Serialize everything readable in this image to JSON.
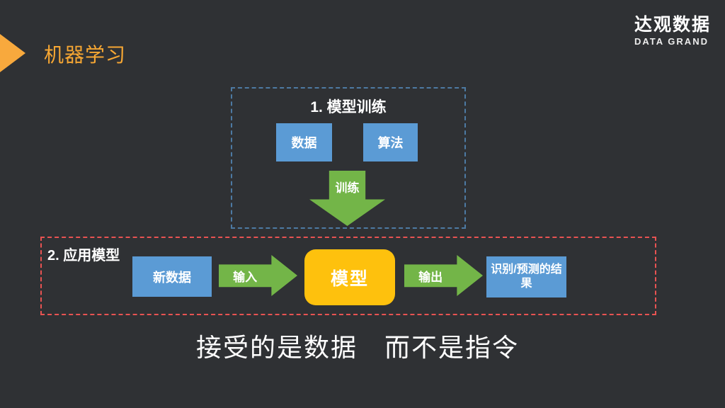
{
  "slide": {
    "title": "机器学习",
    "title_color": "#F7A733",
    "background_color": "#2F3134",
    "logo": {
      "cn": "达观数据",
      "en": "DATA GRAND"
    },
    "caption": "接受的是数据　而不是指令"
  },
  "diagram": {
    "training_section": {
      "title": "1. 模型训练",
      "border_color": "#4D7AA3",
      "boxes": [
        {
          "label": "数据"
        },
        {
          "label": "算法"
        }
      ],
      "arrow_label": "训练"
    },
    "apply_section": {
      "title": "2. 应用模型",
      "border_color": "#E85352",
      "input_box": "新数据",
      "input_arrow": "输入",
      "model_box": "模型",
      "output_arrow": "输出",
      "result_box": "识别/预测的结果"
    },
    "colors": {
      "box_blue": "#5B9BD5",
      "arrow_green": "#73B548",
      "model_yellow": "#FEC10D",
      "accent_orange": "#F8A93D"
    }
  }
}
